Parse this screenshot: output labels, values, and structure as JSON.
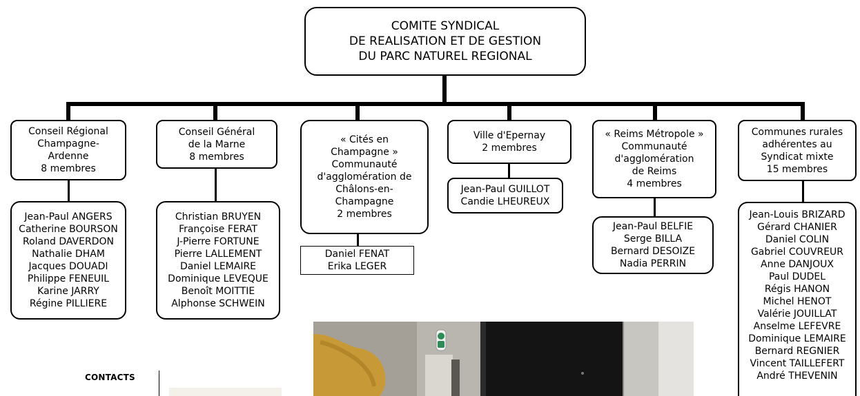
{
  "top": {
    "lines": [
      "COMITE  SYNDICAL",
      "DE REALISATION ET DE GESTION",
      "DU PARC NATUREL REGIONAL"
    ]
  },
  "groups": [
    {
      "header": [
        "Conseil Régional",
        "Champagne-",
        "Ardenne",
        "8 membres"
      ],
      "members": [
        "Jean-Paul ANGERS",
        "Catherine BOURSON",
        "Roland DAVERDON",
        "Nathalie DHAM",
        "Jacques DOUADI",
        "Philippe FENEUIL",
        "Karine JARRY",
        "Régine PILLIERE"
      ]
    },
    {
      "header": [
        "Conseil Général",
        "de la Marne",
        "8 membres"
      ],
      "members": [
        "Christian BRUYEN",
        "Françoise FERAT",
        "J-Pierre FORTUNE",
        "Pierre LALLEMENT",
        "Daniel LEMAIRE",
        "Dominique LEVEQUE",
        "Benoît MOITTIE",
        "Alphonse SCHWEIN"
      ]
    },
    {
      "header": [
        "« Cités en",
        "Champagne »",
        "Communauté",
        "d'agglomération de",
        "Châlons-en-",
        "Champagne",
        "2 membres"
      ],
      "members": [
        "Daniel FENAT",
        "Erika LEGER"
      ]
    },
    {
      "header": [
        "Ville d'Epernay",
        "2 membres"
      ],
      "members": [
        "Jean-Paul GUILLOT",
        "Candie LHEUREUX"
      ]
    },
    {
      "header": [
        "« Reims Métropole »",
        "Communauté",
        "d'agglomération",
        "de Reims",
        "4 membres"
      ],
      "members": [
        "Jean-Paul BELFIE",
        "Serge BILLA",
        "Bernard DESOIZE",
        "Nadia PERRIN"
      ]
    },
    {
      "header": [
        "Communes rurales",
        "adhérentes au",
        "Syndicat mixte",
        "15 membres"
      ],
      "members": [
        "Jean-Louis BRIZARD",
        "Gérard CHANIER",
        "Daniel COLIN",
        "Gabriel COUVREUR",
        "Anne DANJOUX",
        "Paul DUDEL",
        "Régis HANON",
        "Michel HENOT",
        "Valérie JOUILLAT",
        "Anselme LEFEVRE",
        "Dominique LEMAIRE",
        "Bernard REGNIER",
        "Vincent TAILLEFERT",
        "André THEVENIN"
      ]
    }
  ],
  "contacts_label": "CONTACTS",
  "photo": {
    "icon": "exit-sign-icon"
  }
}
